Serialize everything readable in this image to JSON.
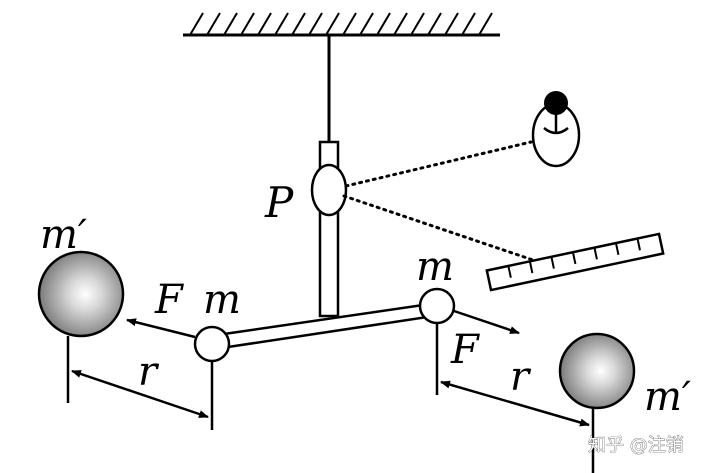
{
  "labels": {
    "m_prime_left": "m′",
    "m_prime_right": "m′",
    "m_left": "m",
    "m_right": "m",
    "F_left": "F",
    "F_right": "F",
    "r_left": "r",
    "r_right": "r",
    "P": "P"
  },
  "watermark": "知乎 @注销",
  "colors": {
    "ink": "#000000",
    "sphere_light": "#ffffff",
    "sphere_dark": "#7a7a7a",
    "background": "#ffffff"
  }
}
